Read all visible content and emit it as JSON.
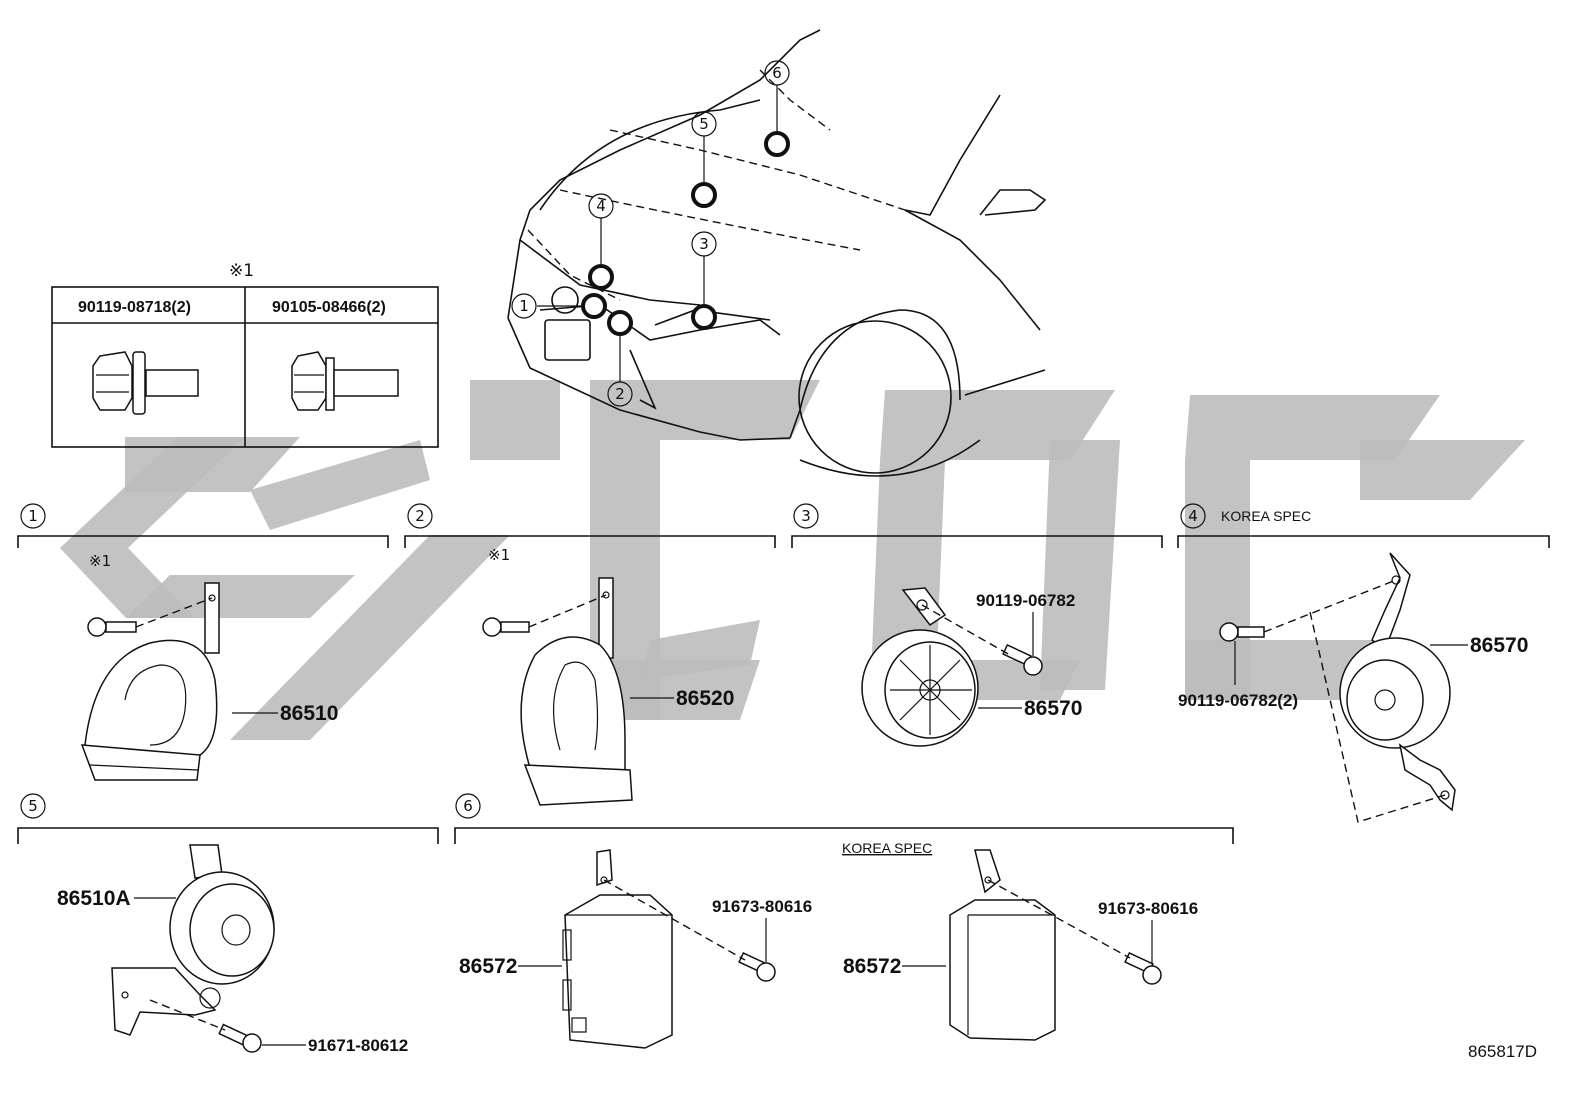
{
  "fastener_table": {
    "note_mark": "※1",
    "col1_part": "90119-08718(2)",
    "col2_part": "90105-08466(2)"
  },
  "vehicle_callouts": [
    "1",
    "2",
    "3",
    "4",
    "5",
    "6"
  ],
  "sections": {
    "s1": {
      "num": "1",
      "note": "※1",
      "part": "86510"
    },
    "s2": {
      "num": "2",
      "note": "※1",
      "part": "86520"
    },
    "s3": {
      "num": "3",
      "bolt": "90119-06782",
      "part": "86570"
    },
    "s4": {
      "num": "4",
      "spec": "KOREA SPEC",
      "bolt": "90119-06782(2)",
      "part": "86570"
    },
    "s5": {
      "num": "5",
      "part": "86510A",
      "bolt": "91671-80612"
    },
    "s6": {
      "num": "6",
      "spec": "KOREA SPEC",
      "left_part": "86572",
      "left_bolt": "91673-80616",
      "right_part": "86572",
      "right_bolt": "91673-80616"
    }
  },
  "diagram_id": "865817D"
}
